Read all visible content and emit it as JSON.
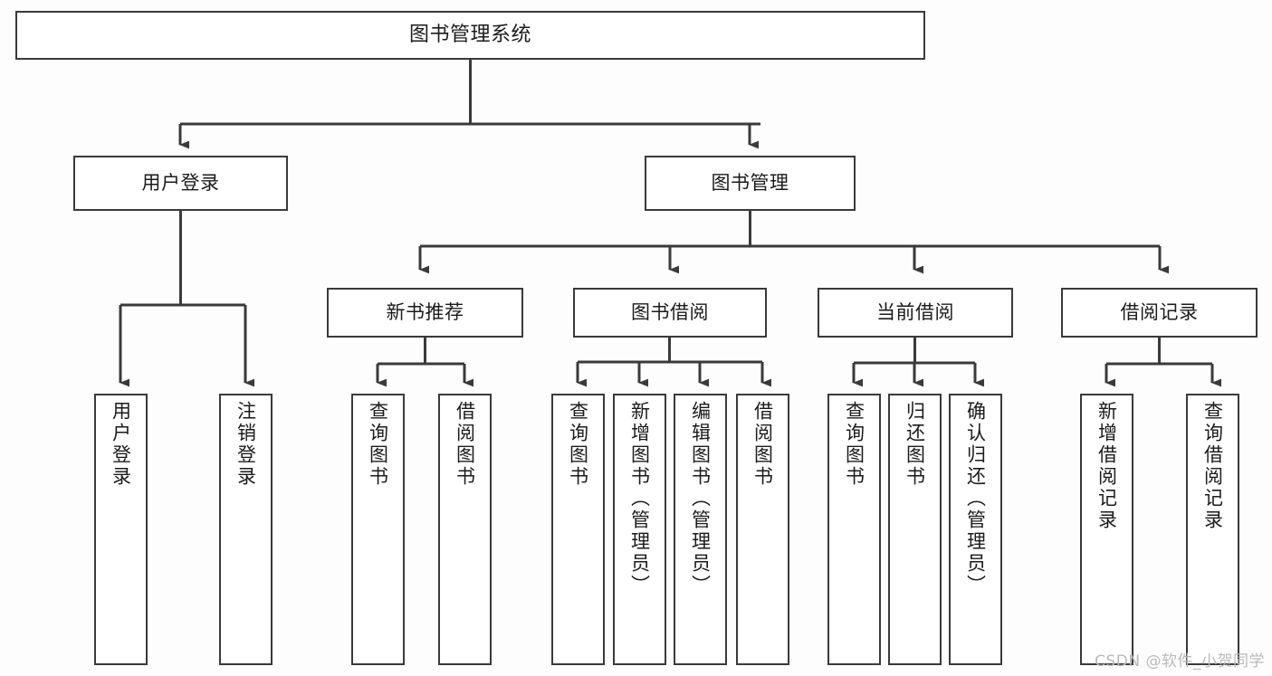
{
  "diagram": {
    "title": "图书管理系统",
    "type": "tree",
    "watermark": "CSDN @软件_小贺同学",
    "colors": {
      "background": "#fdfdfd",
      "box_fill": "#ffffff",
      "box_border": "#3a3a3a",
      "connector": "#3a3a3a",
      "text": "#1b1b1b",
      "watermark": "#b9b9b9"
    },
    "nodes": {
      "root": {
        "label": "图书管理系统"
      },
      "level1": [
        {
          "label": "用户登录"
        },
        {
          "label": "图书管理"
        }
      ],
      "level2": [
        {
          "label": "新书推荐"
        },
        {
          "label": "图书借阅"
        },
        {
          "label": "当前借阅"
        },
        {
          "label": "借阅记录"
        }
      ],
      "leaves": {
        "user_login": [
          {
            "label": "用户登录"
          },
          {
            "label": "注销登录"
          }
        ],
        "new_book_recommend": [
          {
            "label": "查询图书"
          },
          {
            "label": "借阅图书"
          }
        ],
        "book_borrow": [
          {
            "label": "查询图书"
          },
          {
            "label": "新增图书（管理员）"
          },
          {
            "label": "编辑图书（管理员）"
          },
          {
            "label": "借阅图书"
          }
        ],
        "current_borrow": [
          {
            "label": "查询图书"
          },
          {
            "label": "归还图书"
          },
          {
            "label": "确认归还（管理员）"
          }
        ],
        "borrow_record": [
          {
            "label": "新增借阅记录"
          },
          {
            "label": "查询借阅记录"
          }
        ]
      }
    }
  }
}
